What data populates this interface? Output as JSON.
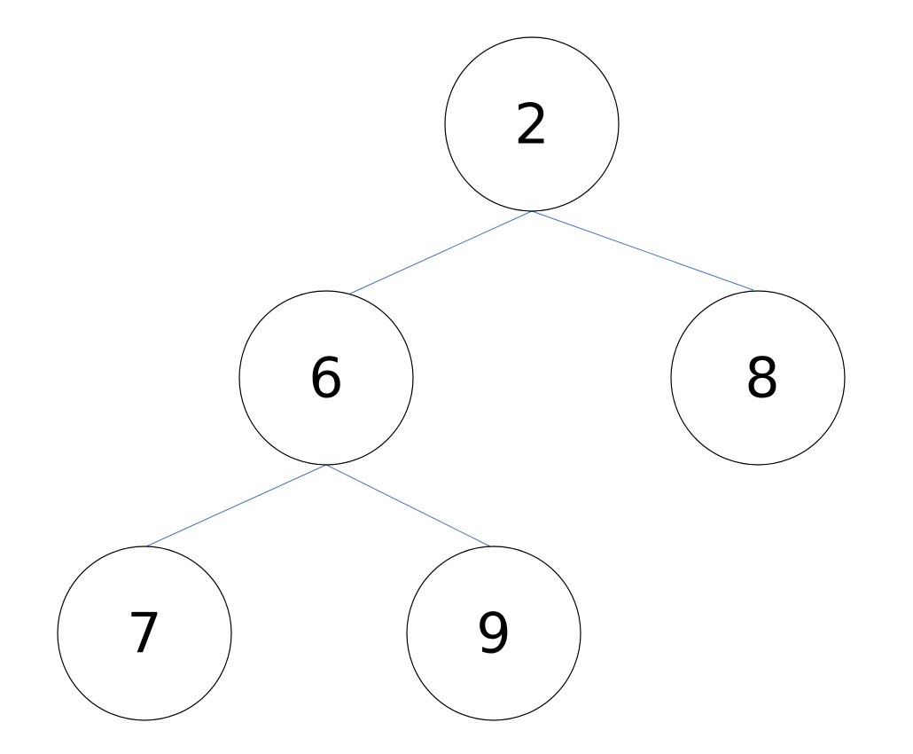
{
  "tree": {
    "nodes": [
      {
        "id": "n2",
        "label": "2"
      },
      {
        "id": "n6",
        "label": "6"
      },
      {
        "id": "n8",
        "label": "8"
      },
      {
        "id": "n7",
        "label": "7"
      },
      {
        "id": "n9",
        "label": "9"
      }
    ],
    "edges": [
      {
        "from": "n2",
        "to": "n6"
      },
      {
        "from": "n2",
        "to": "n8"
      },
      {
        "from": "n6",
        "to": "n7"
      },
      {
        "from": "n6",
        "to": "n9"
      }
    ]
  },
  "colors": {
    "edge": "#4472c4",
    "node_border": "#000000",
    "node_fill": "#ffffff",
    "label": "#000000"
  }
}
